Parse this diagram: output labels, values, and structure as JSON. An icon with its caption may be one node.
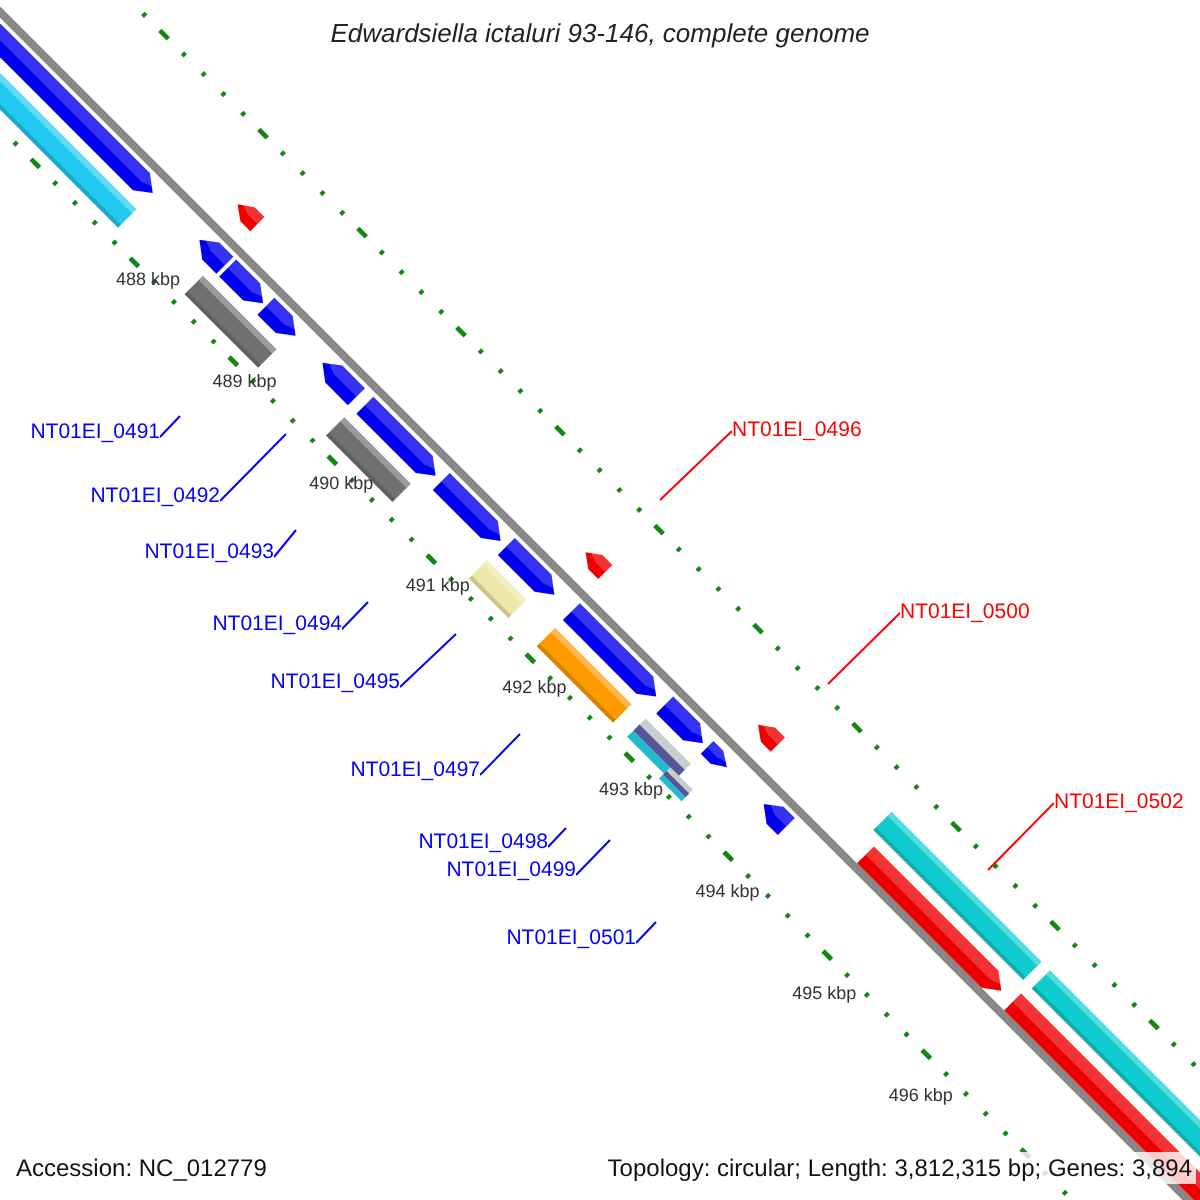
{
  "diagram": {
    "title": "Edwardsiella ictaluri 93-146, complete genome",
    "nodes": [
      {
        "text": [
          "NT01EI_0491"
        ]
      },
      {
        "text": [
          "NT01EI_0492"
        ]
      },
      {
        "text": [
          "NT01EI_0493"
        ]
      },
      {
        "text": [
          "NT01EI_0494"
        ]
      },
      {
        "text": [
          "NT01EI_0495"
        ]
      },
      {
        "text": [
          "NT01EI_0496"
        ]
      },
      {
        "text": [
          "NT01EI_0497"
        ]
      },
      {
        "text": [
          "NT01EI_0498"
        ]
      },
      {
        "text": [
          "NT01EI_0499"
        ]
      },
      {
        "text": [
          "NT01EI_0500"
        ]
      },
      {
        "text": [
          "NT01EI_0501"
        ]
      },
      {
        "text": [
          "NT01EI_0502"
        ]
      }
    ],
    "edges": [
      {
        "from": 0,
        "to": null,
        "arrow": "none"
      },
      {
        "from": 1,
        "to": null,
        "arrow": "none"
      },
      {
        "from": 2,
        "to": null,
        "arrow": "none"
      },
      {
        "from": 3,
        "to": null,
        "arrow": "none"
      },
      {
        "from": 4,
        "to": null,
        "arrow": "none"
      },
      {
        "from": 5,
        "to": null,
        "arrow": "none",
        "color": "#ff0000"
      },
      {
        "from": 6,
        "to": null,
        "arrow": "none"
      },
      {
        "from": 7,
        "to": null,
        "arrow": "none"
      },
      {
        "from": 8,
        "to": null,
        "arrow": "none"
      },
      {
        "from": 9,
        "to": null,
        "arrow": "none",
        "color": "#ff0000"
      },
      {
        "from": 10,
        "to": null,
        "arrow": "none"
      },
      {
        "from": 11,
        "to": null,
        "arrow": "none",
        "color": "#ff0000"
      }
    ],
    "labels": [
      "488 kbp",
      "489 kbp",
      "490 kbp",
      "491 kbp",
      "492 kbp",
      "493 kbp",
      "494 kbp",
      "495 kbp",
      "496 kbp",
      "Accession: NC_012779",
      "Topology: circular; Length: 3,812,315 bp; Genes: 3,894"
    ]
  }
}
